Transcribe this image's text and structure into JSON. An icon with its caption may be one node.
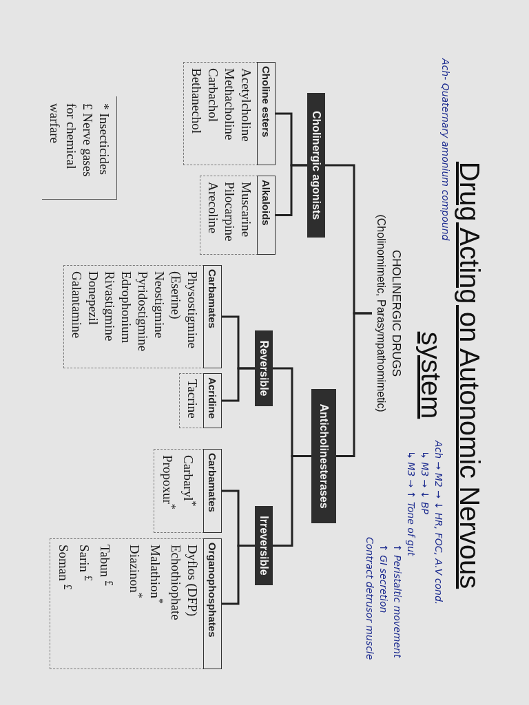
{
  "diagram": {
    "title": "Drug Acting on Autonomic Nervous system",
    "nodes": [
      {
        "text": [
          "CHOLINERGIC DRUGS",
          "(Cholinomimetic, Parasympathomimetic)"
        ]
      },
      {
        "text": [
          "Cholinergic agonists"
        ]
      },
      {
        "text": [
          "Choline esters",
          "Acetylcholine",
          "Methacholine",
          "Carbachol",
          "Bethanechol"
        ]
      },
      {
        "text": [
          "Alkaloids",
          "Muscarine",
          "Pilocarpine",
          "Arecoline"
        ]
      },
      {
        "text": [
          "Anticholinesterases"
        ]
      },
      {
        "text": [
          "Reversible"
        ]
      },
      {
        "text": [
          "Carbamates",
          "Physostigmine",
          "(Eserine)",
          "Neostigmine",
          "Pyridostigmine",
          "Edrophonium",
          "Rivastigmine",
          "Donepezil",
          "Galantamine"
        ]
      },
      {
        "text": [
          "Acridine",
          "Tacrine"
        ]
      },
      {
        "text": [
          "Irreversible"
        ]
      },
      {
        "text": [
          "Carbamates",
          "Carbaryl$^{*}$",
          "Propoxur$^{*}$"
        ]
      },
      {
        "text": [
          "Organophosphates",
          "Dyflos (DFP)",
          "Echothiophate",
          "Malathion$^{*}$",
          "Diazinon$^{*}$",
          "Tabun $^{£}$",
          "Sarin $^{£}$",
          "Soman $^{£}$"
        ]
      },
      {
        "text": [
          "* Insecticides",
          "£ Nerve gases for chemical warfare"
        ]
      }
    ],
    "edges": [
      {
        "from": 0,
        "to": 1,
        "arrow": "none"
      },
      {
        "from": 0,
        "to": 4,
        "arrow": "none"
      },
      {
        "from": 1,
        "to": 2,
        "arrow": "none"
      },
      {
        "from": 1,
        "to": 3,
        "arrow": "none"
      },
      {
        "from": 4,
        "to": 5,
        "arrow": "none"
      },
      {
        "from": 4,
        "to": 8,
        "arrow": "none"
      },
      {
        "from": 5,
        "to": 6,
        "arrow": "none"
      },
      {
        "from": 5,
        "to": 7,
        "arrow": "none"
      },
      {
        "from": 8,
        "to": 9,
        "arrow": "none"
      },
      {
        "from": 8,
        "to": 10,
        "arrow": "none"
      }
    ],
    "labels": [
      "Ach- Quaternary amonium compound",
      "Ach → M2 → ↓ HR, FOC, A.V cond.",
      "↳ M3 → ↓ BP",
      "↳ M3 → ↑ Tone of gut",
      "↑ Peristaltic movement",
      "↑ GI secretion",
      "Contract detrusor muscle"
    ]
  }
}
